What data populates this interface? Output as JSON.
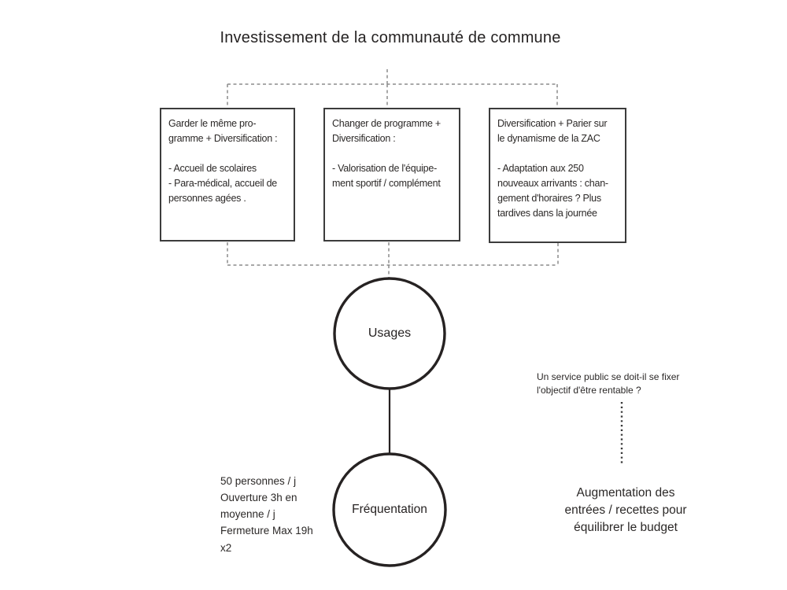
{
  "title": "Investissement de la communauté de commune",
  "options": [
    "Garder le même pro-\ngramme + Diversification :\n\n- Accueil de scolaires\n- Para-médical, accueil de\npersonnes agées .",
    "Changer de programme +\nDiversification :\n\n- Valorisation de l'équipe-\nment sportif / complément",
    "Diversification + Parier sur\nle dynamisme de la ZAC\n\n- Adaptation aux 250\nnouveaux arrivants : chan-\ngement d'horaires ? Plus\ntardives dans la journée"
  ],
  "nodes": {
    "usages": "Usages",
    "frequentation": "Fréquentation"
  },
  "annotations": {
    "question": "Un service public se doit-il se fixer\nl'objectif d'être rentable ?",
    "budget": "Augmentation des\nentrées / recettes pour\néquilibrer le budget",
    "stats": "50 personnes / j\nOuverture 3h en\nmoyenne / j\nFermeture Max 19h",
    "multiplier": "x2"
  },
  "colors": {
    "ink": "#2b2827",
    "box_border": "#3c3c3c",
    "connector_gray": "#8c8c8c",
    "background": "#ffffff"
  }
}
